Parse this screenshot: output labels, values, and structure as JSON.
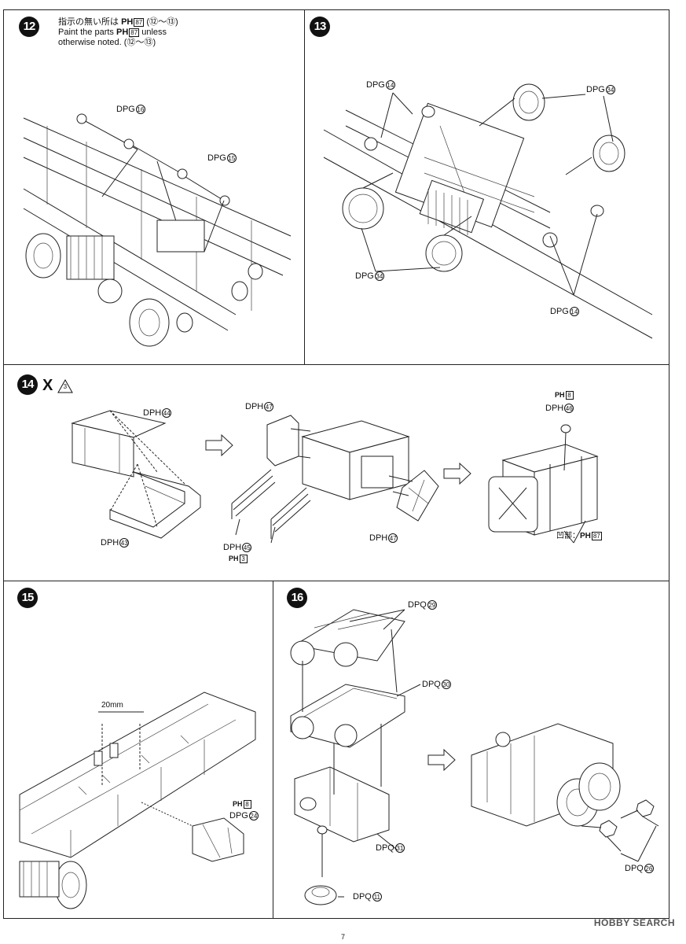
{
  "steps": {
    "s12": {
      "number": "12",
      "note_jp": "指示の無い所は",
      "note_jp_range": "(⑫～⑬)",
      "note_en_1": "Paint the parts",
      "note_en_2": "unless",
      "note_en_3": "otherwise noted.",
      "note_en_range": "(⑫～⑬)",
      "paint_code": "PH",
      "paint_num": "87",
      "parts": [
        {
          "label": "DPG",
          "num": "16"
        },
        {
          "label": "DPG",
          "num": "15"
        }
      ]
    },
    "s13": {
      "number": "13",
      "parts": [
        {
          "label": "DPG",
          "num": "14"
        },
        {
          "label": "DPG",
          "num": "34"
        },
        {
          "label": "DPG",
          "num": "34"
        },
        {
          "label": "DPG",
          "num": "14"
        }
      ]
    },
    "s14": {
      "number": "14",
      "qty": "X",
      "qty_num": "3",
      "parts": [
        {
          "label": "DPH",
          "num": "44"
        },
        {
          "label": "DPH",
          "num": "43"
        },
        {
          "label": "DPH",
          "num": "47"
        },
        {
          "label": "DPH",
          "num": "45"
        },
        {
          "label": "DPH",
          "num": "47"
        },
        {
          "label": "DPH",
          "num": "46"
        }
      ],
      "paint_45": {
        "code": "PH",
        "num": "3"
      },
      "paint_46": {
        "code": "PH",
        "num": "8"
      },
      "recess_note": "凹部：",
      "recess_paint": {
        "code": "PH",
        "num": "87"
      }
    },
    "s15": {
      "number": "15",
      "dimension": "20mm",
      "paint": {
        "code": "PH",
        "num": "8"
      },
      "parts": [
        {
          "label": "DPG",
          "num": "24"
        }
      ]
    },
    "s16": {
      "number": "16",
      "parts": [
        {
          "label": "DPQ",
          "num": "29"
        },
        {
          "label": "DPQ",
          "num": "30"
        },
        {
          "label": "DPQ",
          "num": "31"
        },
        {
          "label": "DPQ",
          "num": "11"
        },
        {
          "label": "DPQ",
          "num": "26"
        }
      ]
    }
  },
  "watermark": "HOBBY SEARCH",
  "page_number": "7"
}
